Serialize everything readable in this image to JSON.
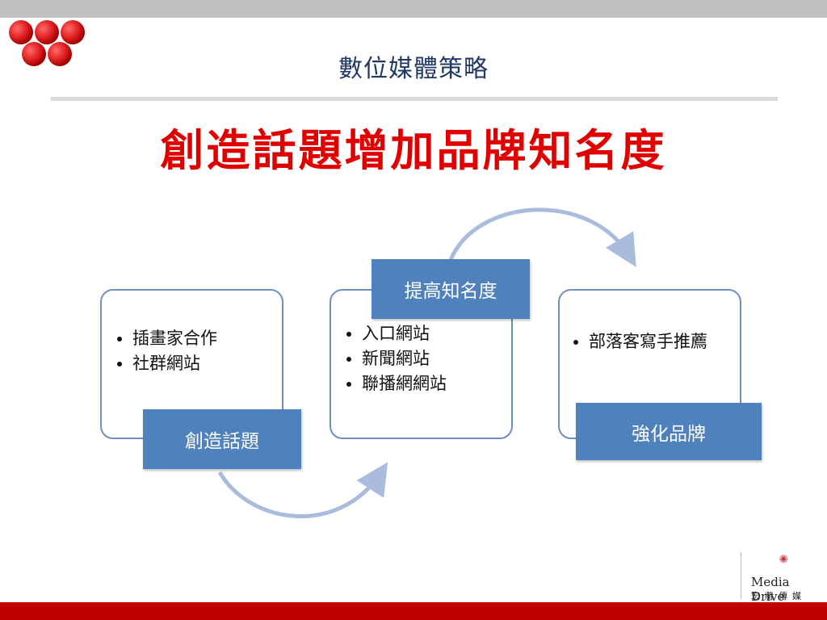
{
  "header": {
    "subtitle": "數位媒體策略",
    "headline": "創造話題增加品牌知名度"
  },
  "diagram": {
    "steps": [
      {
        "label": "創造話題",
        "bullets": [
          "插畫家合作",
          "社群網站"
        ]
      },
      {
        "label": "提高知名度",
        "bullets": [
          "入口網站",
          "新聞網站",
          "聯播網網站"
        ]
      },
      {
        "label": "強化品牌",
        "bullets": [
          "部落客寫手推薦"
        ]
      }
    ]
  },
  "footer": {
    "brand_name": "Media Drive",
    "brand_cn": "宏將傳媒"
  },
  "colors": {
    "top_bar": "#c0c0c0",
    "bottom_bar": "#c00000",
    "headline": "#e00000",
    "subtitle": "#1f3864",
    "tag_fill": "#4f81bd",
    "card_border": "#6f8fbf",
    "arrow": "#a9bcdc",
    "logo_red": "#e02020"
  }
}
